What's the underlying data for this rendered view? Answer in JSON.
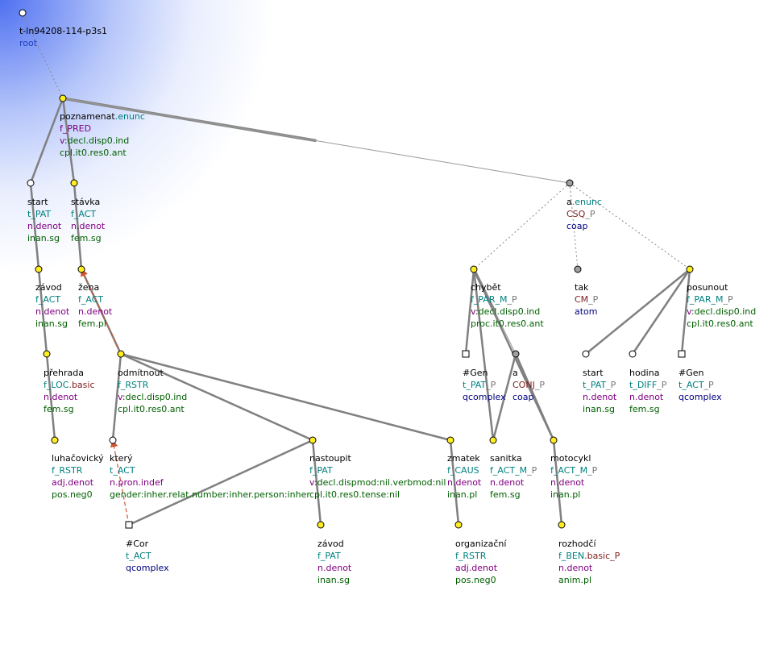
{
  "tree_id": "t-ln94208-114-p3s1",
  "root_label": "root",
  "colors": {
    "edge": "#808080",
    "node_fill": "#ffee22",
    "coref_arrow": "#cc5533"
  },
  "nodes": [
    {
      "id": "root",
      "shape": "circle",
      "fill": "white",
      "lines": [
        {
          "t": "t-ln94208-114-p3s1",
          "c": "black"
        },
        {
          "t": "root",
          "c": "blue"
        }
      ]
    },
    {
      "id": "poznamenat",
      "shape": "circle",
      "fill": "yellow",
      "lines": [
        {
          "t": "poznamenat",
          "c": "black",
          "s": ".enunc",
          "sc": "teal"
        },
        {
          "t": "f_PRED",
          "c": "purple"
        },
        {
          "t": "v",
          "c": "purple",
          "s": ":decl.disp0.ind",
          "sc": "green"
        },
        {
          "t": "cpl.it0.res0.ant",
          "c": "green"
        }
      ]
    },
    {
      "id": "start1",
      "shape": "circle",
      "fill": "white",
      "lines": [
        {
          "t": "start",
          "c": "black"
        },
        {
          "t": "t_PAT",
          "c": "teal"
        },
        {
          "t": "n.denot",
          "c": "purple"
        },
        {
          "t": "inan.sg",
          "c": "green"
        }
      ]
    },
    {
      "id": "stavka",
      "shape": "circle",
      "fill": "yellow",
      "lines": [
        {
          "t": "stávka",
          "c": "black"
        },
        {
          "t": "f_ACT",
          "c": "teal"
        },
        {
          "t": "n.denot",
          "c": "purple"
        },
        {
          "t": "fem.sg",
          "c": "green"
        }
      ]
    },
    {
      "id": "zavod1",
      "shape": "circle",
      "fill": "yellow",
      "lines": [
        {
          "t": "závod",
          "c": "black"
        },
        {
          "t": "f_ACT",
          "c": "teal"
        },
        {
          "t": "n.denot",
          "c": "purple"
        },
        {
          "t": "inan.sg",
          "c": "green"
        }
      ]
    },
    {
      "id": "zena",
      "shape": "circle",
      "fill": "yellow",
      "lines": [
        {
          "t": "žena",
          "c": "black"
        },
        {
          "t": "f_ACT",
          "c": "teal"
        },
        {
          "t": "n.denot",
          "c": "purple"
        },
        {
          "t": "fem.pl",
          "c": "green"
        }
      ]
    },
    {
      "id": "prehrada",
      "shape": "circle",
      "fill": "yellow",
      "lines": [
        {
          "t": "přehrada",
          "c": "black"
        },
        {
          "t": "f_LOC",
          "c": "teal",
          "s": ".basic",
          "sc": "brown"
        },
        {
          "t": "n.denot",
          "c": "purple"
        },
        {
          "t": "fem.sg",
          "c": "green"
        }
      ]
    },
    {
      "id": "odmitnout",
      "shape": "circle",
      "fill": "yellow",
      "lines": [
        {
          "t": "odmítnout",
          "c": "black"
        },
        {
          "t": "f_RSTR",
          "c": "teal"
        },
        {
          "t": "v",
          "c": "purple",
          "s": ":decl.disp0.ind",
          "sc": "green"
        },
        {
          "t": "cpl.it0.res0.ant",
          "c": "green"
        }
      ]
    },
    {
      "id": "luhacovicky",
      "shape": "circle",
      "fill": "yellow",
      "lines": [
        {
          "t": "luhačovický",
          "c": "black"
        },
        {
          "t": "f_RSTR",
          "c": "teal"
        },
        {
          "t": "adj.denot",
          "c": "purple"
        },
        {
          "t": "pos.neg0",
          "c": "green"
        }
      ]
    },
    {
      "id": "ktery",
      "shape": "circle",
      "fill": "white",
      "lines": [
        {
          "t": "který",
          "c": "black"
        },
        {
          "t": "t_ACT",
          "c": "teal"
        },
        {
          "t": "n.pron.indef",
          "c": "purple"
        },
        {
          "t": "gender:inher.relat.number:inher.person:inher",
          "c": "green"
        }
      ]
    },
    {
      "id": "cor",
      "shape": "square",
      "fill": "white",
      "lines": [
        {
          "t": "#Cor",
          "c": "black"
        },
        {
          "t": "t_ACT",
          "c": "teal"
        },
        {
          "t": "qcomplex",
          "c": "navy"
        }
      ]
    },
    {
      "id": "nastoupit",
      "shape": "circle",
      "fill": "yellow",
      "lines": [
        {
          "t": "nastoupit",
          "c": "black"
        },
        {
          "t": "f_PAT",
          "c": "teal"
        },
        {
          "t": "v",
          "c": "purple",
          "s": ":decl.dispmod:nil.verbmod:nil",
          "sc": "green"
        },
        {
          "t": "cpl.it0.res0.tense:nil",
          "c": "green"
        }
      ]
    },
    {
      "id": "zavod2",
      "shape": "circle",
      "fill": "yellow",
      "lines": [
        {
          "t": "závod",
          "c": "black"
        },
        {
          "t": "f_PAT",
          "c": "teal"
        },
        {
          "t": "n.denot",
          "c": "purple"
        },
        {
          "t": "inan.sg",
          "c": "green"
        }
      ]
    },
    {
      "id": "zmatek",
      "shape": "circle",
      "fill": "yellow",
      "lines": [
        {
          "t": "zmatek",
          "c": "black"
        },
        {
          "t": "f_CAUS",
          "c": "teal"
        },
        {
          "t": "n.denot",
          "c": "purple"
        },
        {
          "t": "inan.pl",
          "c": "green"
        }
      ]
    },
    {
      "id": "organizacni",
      "shape": "circle",
      "fill": "yellow",
      "lines": [
        {
          "t": "organizační",
          "c": "black"
        },
        {
          "t": "f_RSTR",
          "c": "teal"
        },
        {
          "t": "adj.denot",
          "c": "purple"
        },
        {
          "t": "pos.neg0",
          "c": "green"
        }
      ]
    },
    {
      "id": "a_enunc",
      "shape": "circle",
      "fill": "gray",
      "lines": [
        {
          "t": "a",
          "c": "black",
          "s": ".enunc",
          "sc": "teal"
        },
        {
          "t": "CSQ",
          "c": "brown",
          "s": "_P",
          "sc": "gray"
        },
        {
          "t": "coap",
          "c": "navy"
        }
      ]
    },
    {
      "id": "chybet",
      "shape": "circle",
      "fill": "yellow",
      "lines": [
        {
          "t": "chybět",
          "c": "black"
        },
        {
          "t": "f_PAR_M",
          "c": "teal",
          "s": "_P",
          "sc": "gray"
        },
        {
          "t": "v",
          "c": "purple",
          "s": ":decl.disp0.ind",
          "sc": "green"
        },
        {
          "t": "proc.it0.res0.ant",
          "c": "green"
        }
      ]
    },
    {
      "id": "tak",
      "shape": "circle",
      "fill": "gray",
      "lines": [
        {
          "t": "tak",
          "c": "black"
        },
        {
          "t": "CM",
          "c": "brown",
          "s": "_P",
          "sc": "gray"
        },
        {
          "t": "atom",
          "c": "navy"
        }
      ]
    },
    {
      "id": "posunout",
      "shape": "circle",
      "fill": "yellow",
      "lines": [
        {
          "t": "posunout",
          "c": "black"
        },
        {
          "t": "f_PAR_M",
          "c": "teal",
          "s": "_P",
          "sc": "gray"
        },
        {
          "t": "v",
          "c": "purple",
          "s": ":decl.disp0.ind",
          "sc": "green"
        },
        {
          "t": "cpl.it0.res0.ant",
          "c": "green"
        }
      ]
    },
    {
      "id": "gen1",
      "shape": "square",
      "fill": "white",
      "lines": [
        {
          "t": "#Gen",
          "c": "black"
        },
        {
          "t": "t_PAT",
          "c": "teal",
          "s": "_P",
          "sc": "gray"
        },
        {
          "t": "qcomplex",
          "c": "navy"
        }
      ]
    },
    {
      "id": "a_conj",
      "shape": "circle",
      "fill": "gray",
      "lines": [
        {
          "t": "a",
          "c": "black"
        },
        {
          "t": "CONJ",
          "c": "brown",
          "s": "_P",
          "sc": "gray"
        },
        {
          "t": "coap",
          "c": "navy"
        }
      ]
    },
    {
      "id": "sanitka",
      "shape": "circle",
      "fill": "yellow",
      "lines": [
        {
          "t": "sanitka",
          "c": "black"
        },
        {
          "t": "f_ACT_M",
          "c": "teal",
          "s": "_P",
          "sc": "gray"
        },
        {
          "t": "n.denot",
          "c": "purple"
        },
        {
          "t": "fem.sg",
          "c": "green"
        }
      ]
    },
    {
      "id": "motocykl",
      "shape": "circle",
      "fill": "yellow",
      "lines": [
        {
          "t": "motocykl",
          "c": "black"
        },
        {
          "t": "f_ACT_M",
          "c": "teal",
          "s": "_P",
          "sc": "gray"
        },
        {
          "t": "n.denot",
          "c": "purple"
        },
        {
          "t": "inan.pl",
          "c": "green"
        }
      ]
    },
    {
      "id": "rozhodci",
      "shape": "circle",
      "fill": "yellow",
      "lines": [
        {
          "t": "rozhodčí",
          "c": "black"
        },
        {
          "t": "f_BEN",
          "c": "teal",
          "s": ".basic_P",
          "sc": "brown"
        },
        {
          "t": "n.denot",
          "c": "purple"
        },
        {
          "t": "anim.pl",
          "c": "green"
        }
      ]
    },
    {
      "id": "start2",
      "shape": "circle",
      "fill": "white",
      "lines": [
        {
          "t": "start",
          "c": "black"
        },
        {
          "t": "t_PAT",
          "c": "teal",
          "s": "_P",
          "sc": "gray"
        },
        {
          "t": "n.denot",
          "c": "purple"
        },
        {
          "t": "inan.sg",
          "c": "green"
        }
      ]
    },
    {
      "id": "hodina",
      "shape": "circle",
      "fill": "white",
      "lines": [
        {
          "t": "hodina",
          "c": "black"
        },
        {
          "t": "t_DIFF",
          "c": "teal",
          "s": "_P",
          "sc": "gray"
        },
        {
          "t": "n.denot",
          "c": "purple"
        },
        {
          "t": "fem.sg",
          "c": "green"
        }
      ]
    },
    {
      "id": "gen2",
      "shape": "square",
      "fill": "white",
      "lines": [
        {
          "t": "#Gen",
          "c": "black"
        },
        {
          "t": "t_ACT",
          "c": "teal",
          "s": "_P",
          "sc": "gray"
        },
        {
          "t": "qcomplex",
          "c": "navy"
        }
      ]
    }
  ],
  "edges": [
    {
      "from": "root",
      "to": "poznamenat",
      "style": "dotted"
    },
    {
      "from": "poznamenat",
      "to": "start1",
      "style": "solid"
    },
    {
      "from": "poznamenat",
      "to": "stavka",
      "style": "solid"
    },
    {
      "from": "poznamenat",
      "to": "a_enunc",
      "style": "taper"
    },
    {
      "from": "start1",
      "to": "zavod1",
      "style": "solid"
    },
    {
      "from": "zavod1",
      "to": "prehrada",
      "style": "solid"
    },
    {
      "from": "prehrada",
      "to": "luhacovicky",
      "style": "solid"
    },
    {
      "from": "stavka",
      "to": "zena",
      "style": "solid"
    },
    {
      "from": "zena",
      "to": "odmitnout",
      "style": "solid"
    },
    {
      "from": "odmitnout",
      "to": "ktery",
      "style": "solid"
    },
    {
      "from": "odmitnout",
      "to": "nastoupit",
      "style": "solid"
    },
    {
      "from": "odmitnout",
      "to": "zmatek",
      "style": "solid"
    },
    {
      "from": "nastoupit",
      "to": "cor",
      "style": "solid"
    },
    {
      "from": "nastoupit",
      "to": "zavod2",
      "style": "solid"
    },
    {
      "from": "zmatek",
      "to": "organizacni",
      "style": "solid"
    },
    {
      "from": "a_enunc",
      "to": "chybet",
      "style": "dotted"
    },
    {
      "from": "a_enunc",
      "to": "tak",
      "style": "dotted"
    },
    {
      "from": "a_enunc",
      "to": "posunout",
      "style": "dotted"
    },
    {
      "from": "chybet",
      "to": "gen1",
      "style": "solid"
    },
    {
      "from": "chybet",
      "to": "a_conj",
      "style": "taper"
    },
    {
      "from": "a_conj",
      "to": "sanitka",
      "style": "solid"
    },
    {
      "from": "a_conj",
      "to": "motocykl",
      "style": "solid"
    },
    {
      "from": "chybet",
      "to": "sanitka",
      "style": "solid"
    },
    {
      "from": "chybet",
      "to": "motocykl",
      "style": "solid"
    },
    {
      "from": "motocykl",
      "to": "rozhodci",
      "style": "solid"
    },
    {
      "from": "posunout",
      "to": "start2",
      "style": "solid"
    },
    {
      "from": "posunout",
      "to": "hodina",
      "style": "solid"
    },
    {
      "from": "posunout",
      "to": "gen2",
      "style": "solid"
    }
  ],
  "coref_arrows": [
    {
      "from": "odmitnout",
      "to": "zena"
    },
    {
      "from": "cor",
      "to": "ktery"
    }
  ]
}
